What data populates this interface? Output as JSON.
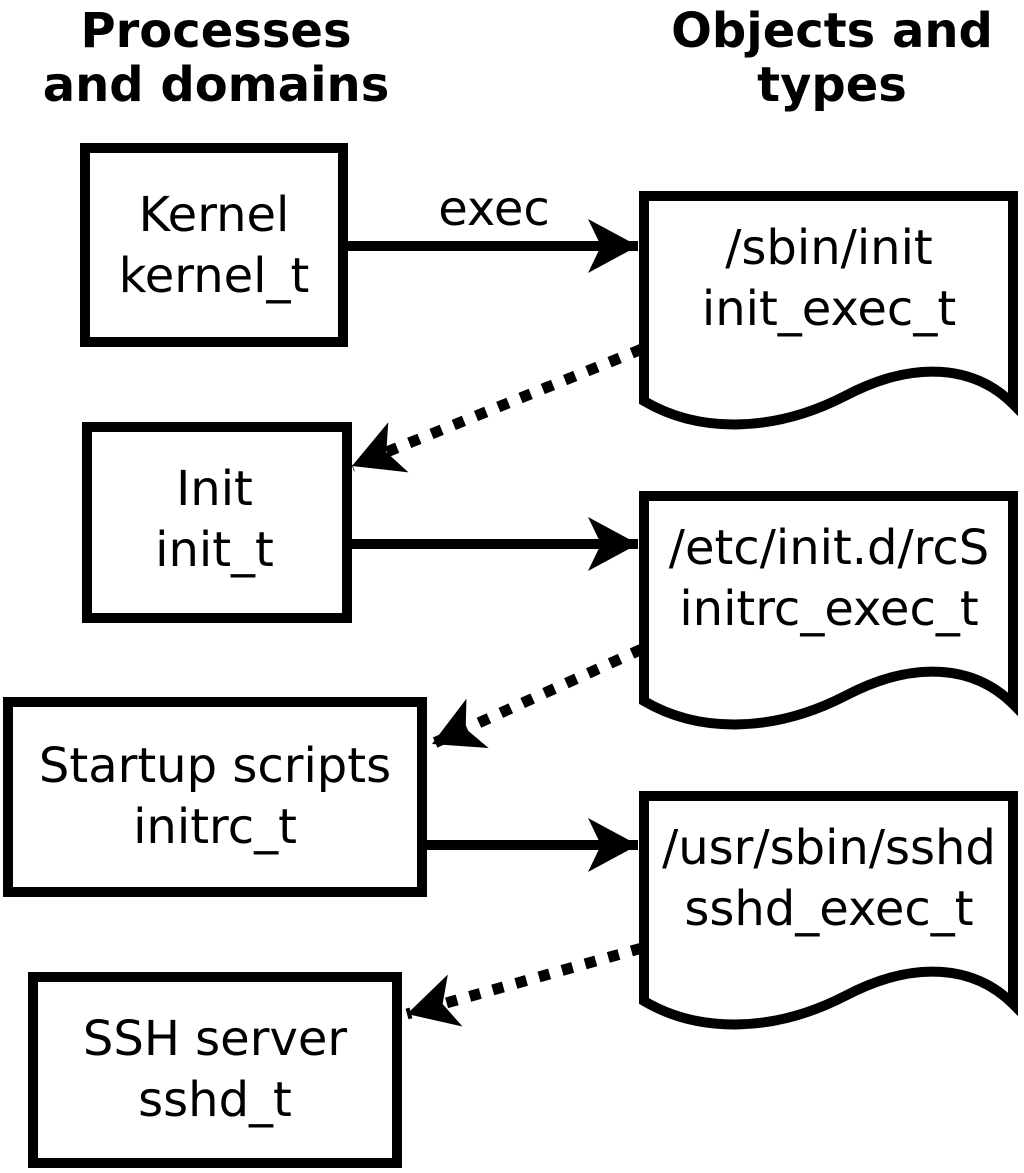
{
  "headers": {
    "processes_line1": "Processes",
    "processes_line2": "and domains",
    "objects_line1": "Objects and",
    "objects_line2": "types"
  },
  "processes": [
    {
      "name": "Kernel",
      "type": "kernel_t"
    },
    {
      "name": "Init",
      "type": "init_t"
    },
    {
      "name": "Startup scripts",
      "type": "initrc_t"
    },
    {
      "name": "SSH server",
      "type": "sshd_t"
    }
  ],
  "objects": [
    {
      "path": "/sbin/init",
      "type": "init_exec_t"
    },
    {
      "path": "/etc/init.d/rcS",
      "type": "initrc_exec_t"
    },
    {
      "path": "/usr/sbin/sshd",
      "type": "sshd_exec_t"
    }
  ],
  "arrows": {
    "exec_label": "exec"
  },
  "colors": {
    "stroke": "#000000",
    "background": "#ffffff"
  }
}
